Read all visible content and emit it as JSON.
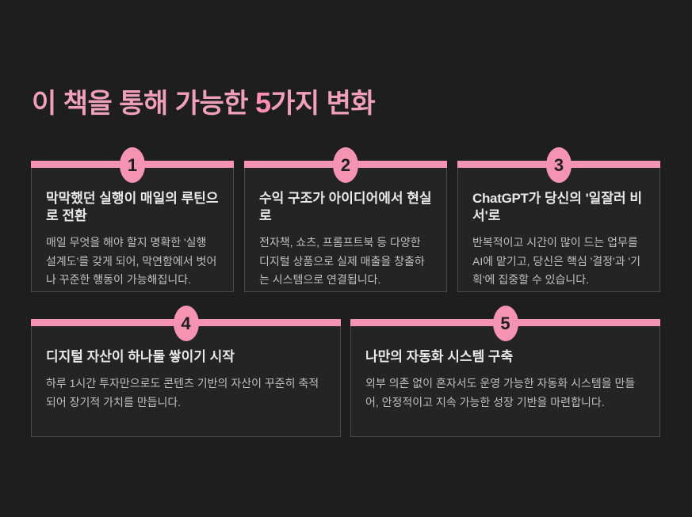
{
  "slide": {
    "title": {
      "prefix": "이 책을 통해 가능한 ",
      "highlight": "5",
      "suffix": "가지 변화"
    },
    "colors": {
      "background": "#1e1e1e",
      "card_background": "#242424",
      "card_border": "#4b4b4b",
      "accent_pink": "#f493b2",
      "title_pink": "#f0a0ba",
      "highlight_pink": "#ff8fb7",
      "title_text": "#e9e9e9",
      "body_text": "#bfbfbf"
    }
  },
  "cards": [
    {
      "number": "1",
      "title_brand": "",
      "title": "막막했던 실행이 매일의 루틴으로 전환",
      "body": "매일 무엇을 해야 할지 명확한 '실행 설계도'를 갖게 되어, 막연함에서 벗어나 꾸준한 행동이 가능해집니다."
    },
    {
      "number": "2",
      "title_brand": "",
      "title": "수익 구조가 아이디어에서 현실로",
      "body": "전자책, 쇼츠, 프롬프트북 등 다양한 디지털 상품으로 실제 매출을 창출하는 시스템으로 연결됩니다."
    },
    {
      "number": "3",
      "title_brand": "ChatGPT",
      "title": "가 당신의 '일잘러 비서'로",
      "body": "반복적이고 시간이 많이 드는 업무를 AI에 맡기고, 당신은 핵심 '결정'과 '기획'에 집중할 수 있습니다."
    },
    {
      "number": "4",
      "title_brand": "",
      "title": "디지털 자산이 하나둘 쌓이기 시작",
      "body": "하루 1시간 투자만으로도 콘텐츠 기반의 자산이 꾸준히 축적되어 장기적 가치를 만듭니다."
    },
    {
      "number": "5",
      "title_brand": "",
      "title": "나만의 자동화 시스템 구축",
      "body": "외부 의존 없이 혼자서도 운영 가능한 자동화 시스템을 만들어, 안정적이고 지속 가능한 성장 기반을 마련합니다."
    }
  ]
}
